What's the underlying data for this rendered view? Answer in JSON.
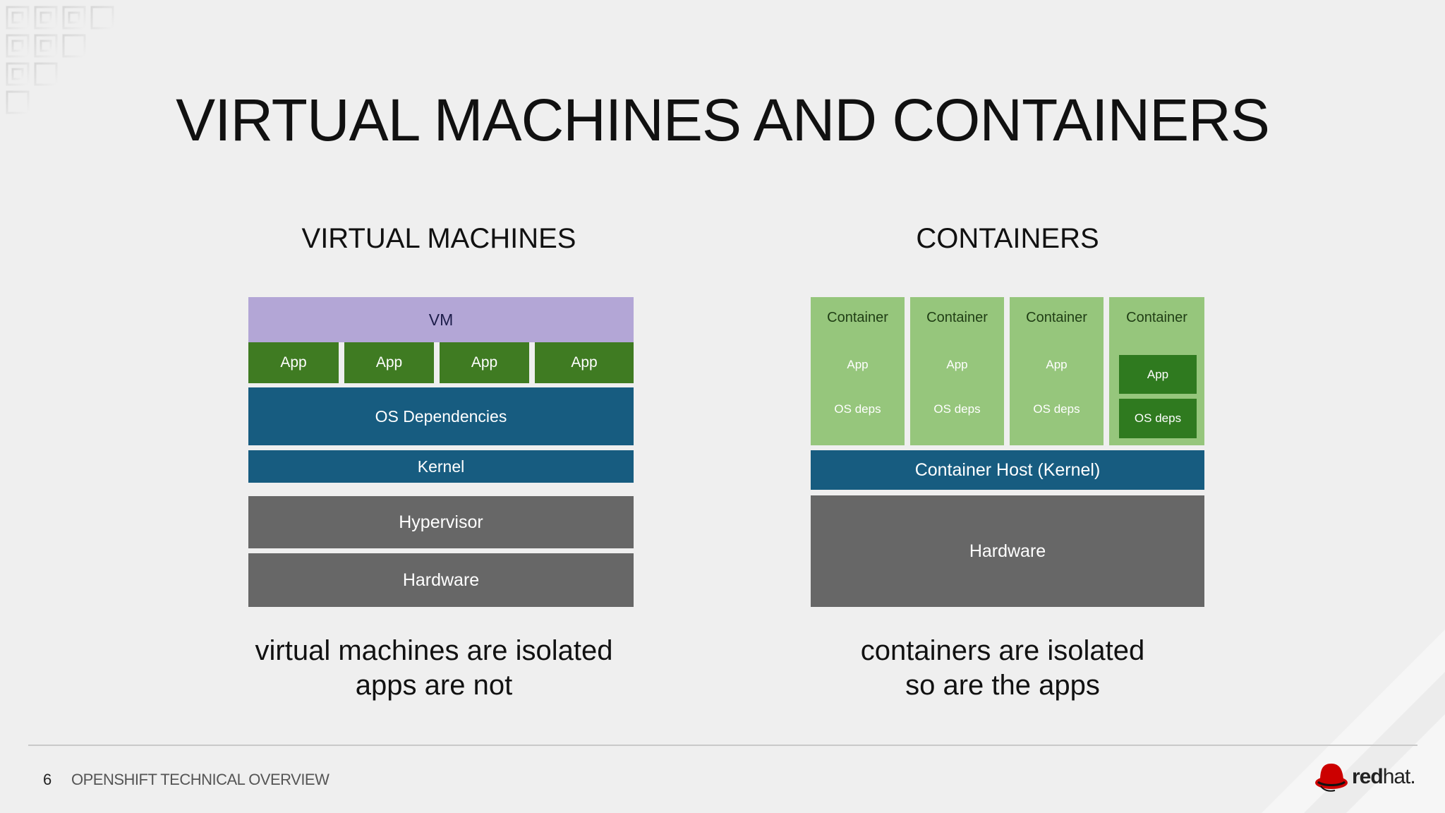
{
  "slide": {
    "title": "VIRTUAL MACHINES AND CONTAINERS",
    "page_number": "6",
    "footer_text": "OPENSHIFT TECHNICAL OVERVIEW",
    "logo": {
      "part1": "red",
      "part2": "hat.",
      "icon": "redhat-shadowman-icon"
    }
  },
  "vm_side": {
    "heading": "VIRTUAL MACHINES",
    "vm_label": "VM",
    "apps": [
      "App",
      "App",
      "App",
      "App"
    ],
    "os_dependencies": "OS Dependencies",
    "kernel": "Kernel",
    "hypervisor": "Hypervisor",
    "hardware": "Hardware",
    "caption_line1": "virtual machines are isolated",
    "caption_line2": "apps are not"
  },
  "container_side": {
    "heading": "CONTAINERS",
    "containers": [
      {
        "label": "Container",
        "app": "App",
        "os_deps": "OS deps"
      },
      {
        "label": "Container",
        "app": "App",
        "os_deps": "OS deps"
      },
      {
        "label": "Container",
        "app": "App",
        "os_deps": "OS deps"
      },
      {
        "label": "Container",
        "app": "App",
        "os_deps": "OS deps"
      }
    ],
    "host": "Container Host (Kernel)",
    "hardware": "Hardware",
    "caption_line1": "containers are isolated",
    "caption_line2": "so are the apps"
  },
  "colors": {
    "vm_purple": "#b3a6d6",
    "app_green": "#3f7b22",
    "container_light_green": "#96c67c",
    "dark_green": "#2f7a1f",
    "blue": "#175c80",
    "gray": "#676767"
  }
}
